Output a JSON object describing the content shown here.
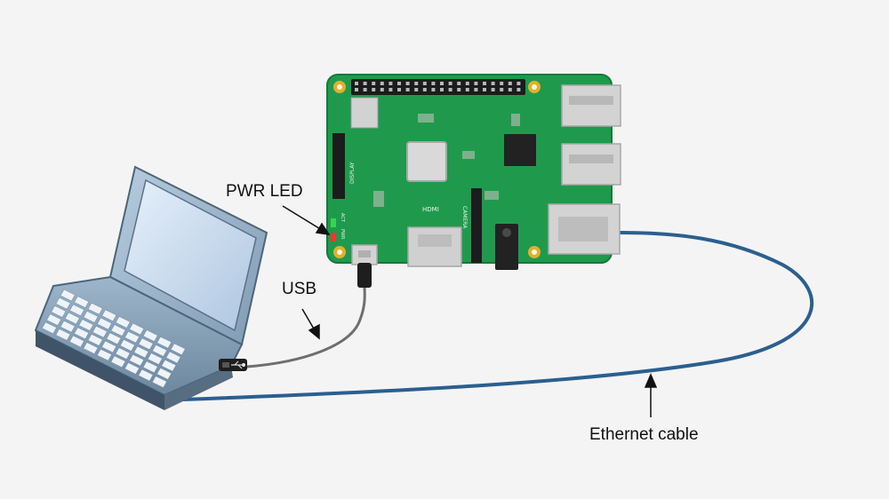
{
  "labels": {
    "pwr_led": "PWR LED",
    "usb": "USB",
    "ethernet_cable": "Ethernet cable"
  },
  "board_silkscreen": {
    "display": "DISPLAY",
    "hdmi": "HDMI",
    "camera": "CAMERA",
    "act": "ACT",
    "pwr": "PWR"
  },
  "colors": {
    "background": "#f4f4f4",
    "board": "#1f9a4c",
    "board_edge": "#137a3a",
    "ethernet_cable": "#2b5f8f",
    "usb_cable": "#6e6e6e",
    "laptop_body": "#9fb7cc",
    "laptop_screen": "#c7d9ec",
    "power_led": "#e63b2e",
    "activity_led": "#39d353"
  },
  "icons": {
    "usb": "usb-icon"
  }
}
